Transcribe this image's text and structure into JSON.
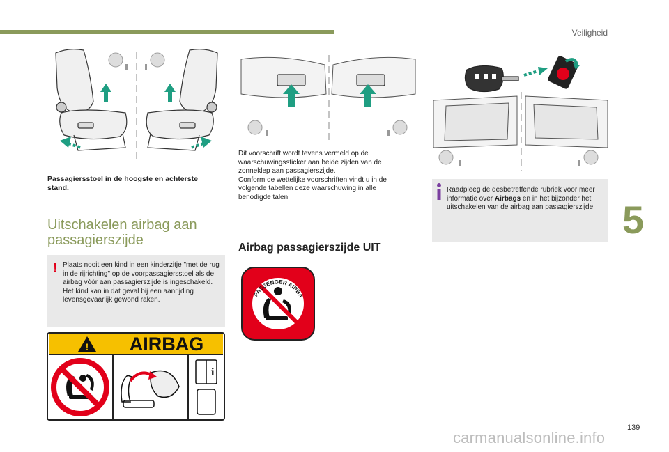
{
  "header": {
    "section": "Veiligheid",
    "chapter_number": "5",
    "page_number": "139"
  },
  "col1": {
    "caption": "Passagiersstoel in de hoogste en achterste stand.",
    "heading": "Uitschakelen airbag aan passagierszijde",
    "warning": "Plaats nooit een kind in een kinderzitje \"met de rug in de rijrichting\" op de voorpassagiersstoel als de airbag vóór aan passagierszijde is ingeschakeld. Het kind kan in dat geval bij een aanrijding levensgevaarlijk gewond raken.",
    "airbag_label": "AIRBAG"
  },
  "col2": {
    "body": "Dit voorschrift wordt tevens vermeld op de waarschuwingssticker aan beide zijden van de zonneklep aan passagierszijde.\nConform de wettelijke voorschriften vindt u in de volgende tabellen deze waarschuwing in alle benodigde talen.",
    "subheading": "Airbag passagierszijde UIT",
    "sticker_text": "PASSENGER AIRBAG"
  },
  "col3": {
    "info_prefix": "Raadpleeg de desbetreffende rubriek voor meer informatie over ",
    "info_bold": "Airbags",
    "info_suffix": " en in het bijzonder het uitschakelen van de airbag aan passagierszijde."
  },
  "colors": {
    "accent": "#8a9a5b",
    "warning_red": "#e2001a",
    "info_purple": "#7b3fa0",
    "arrow_teal": "#1f9e82",
    "sticker_yellow": "#f6c000",
    "note_bg": "#e9e9e9"
  },
  "watermark": "carmanualsonline.info"
}
